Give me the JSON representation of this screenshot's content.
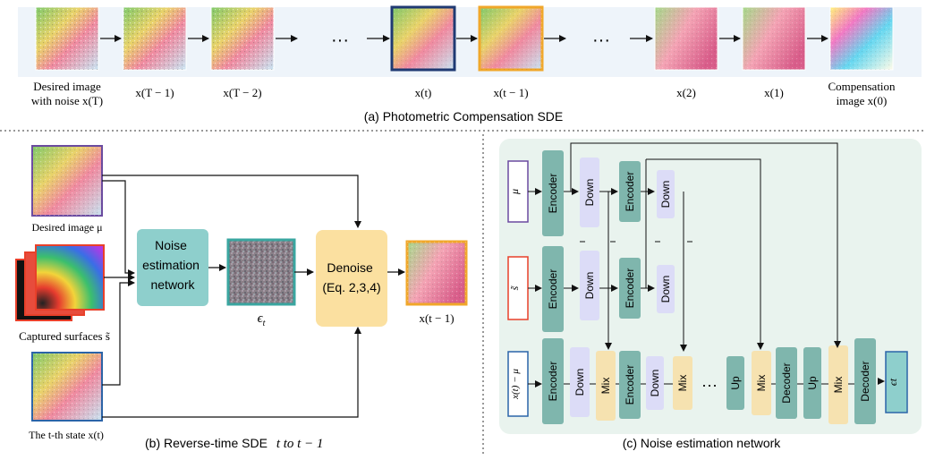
{
  "top": {
    "caption": "(a) Photometric Compensation SDE",
    "frames": [
      {
        "label_lines": [
          "Desired image",
          "with noise x(T)"
        ]
      },
      {
        "label_lines": [
          "x(T − 1)"
        ]
      },
      {
        "label_lines": [
          "x(T − 2)"
        ]
      },
      {
        "label_lines": [
          "x(t)"
        ]
      },
      {
        "label_lines": [
          "x(t − 1)"
        ]
      },
      {
        "label_lines": [
          "x(2)"
        ]
      },
      {
        "label_lines": [
          "x(1)"
        ]
      },
      {
        "label_lines": [
          "Compensation",
          "image x(0)"
        ]
      }
    ],
    "ellipsis": "···",
    "highlight_colors": {
      "x_t": "#1f3a73",
      "x_t_minus_1": "#f0a72a"
    }
  },
  "left": {
    "caption_prefix": "(b) Reverse-time SDE",
    "caption_math": "t  to t − 1",
    "desired_label": "Desired image μ",
    "captured_label": "Captured surfaces s̃",
    "state_label": "The t-th state x(t)",
    "noise_net_lines": [
      "Noise",
      "estimation",
      "network"
    ],
    "epsilon_label": "ϵt",
    "denoise_lines": [
      "Denoise",
      "(Eq. 2,3,4)"
    ],
    "output_label": "x(t − 1)",
    "colors": {
      "noise_net": "#8ecfcc",
      "denoise": "#fbe0a0",
      "mu_frame": "#6b4ba0",
      "state_frame": "#2b64a8",
      "captured_frame": "#e8402a",
      "output_frame": "#f0a72a"
    }
  },
  "right": {
    "caption": "(c) Noise estimation network",
    "inputs": [
      "μ",
      "s̃",
      "x(t) − μ"
    ],
    "output": "ϵt",
    "blocks": {
      "encoder": "Encoder",
      "down": "Down",
      "mix": "Mix",
      "up": "Up",
      "decoder": "Decoder"
    },
    "ellipsis": "···",
    "colors": {
      "encoder": "#7fb6ad",
      "down": "#dcdcf7",
      "mix": "#f6e2b0",
      "decoder": "#7fb6ad",
      "panel_bg": "#e9f3ee"
    }
  }
}
